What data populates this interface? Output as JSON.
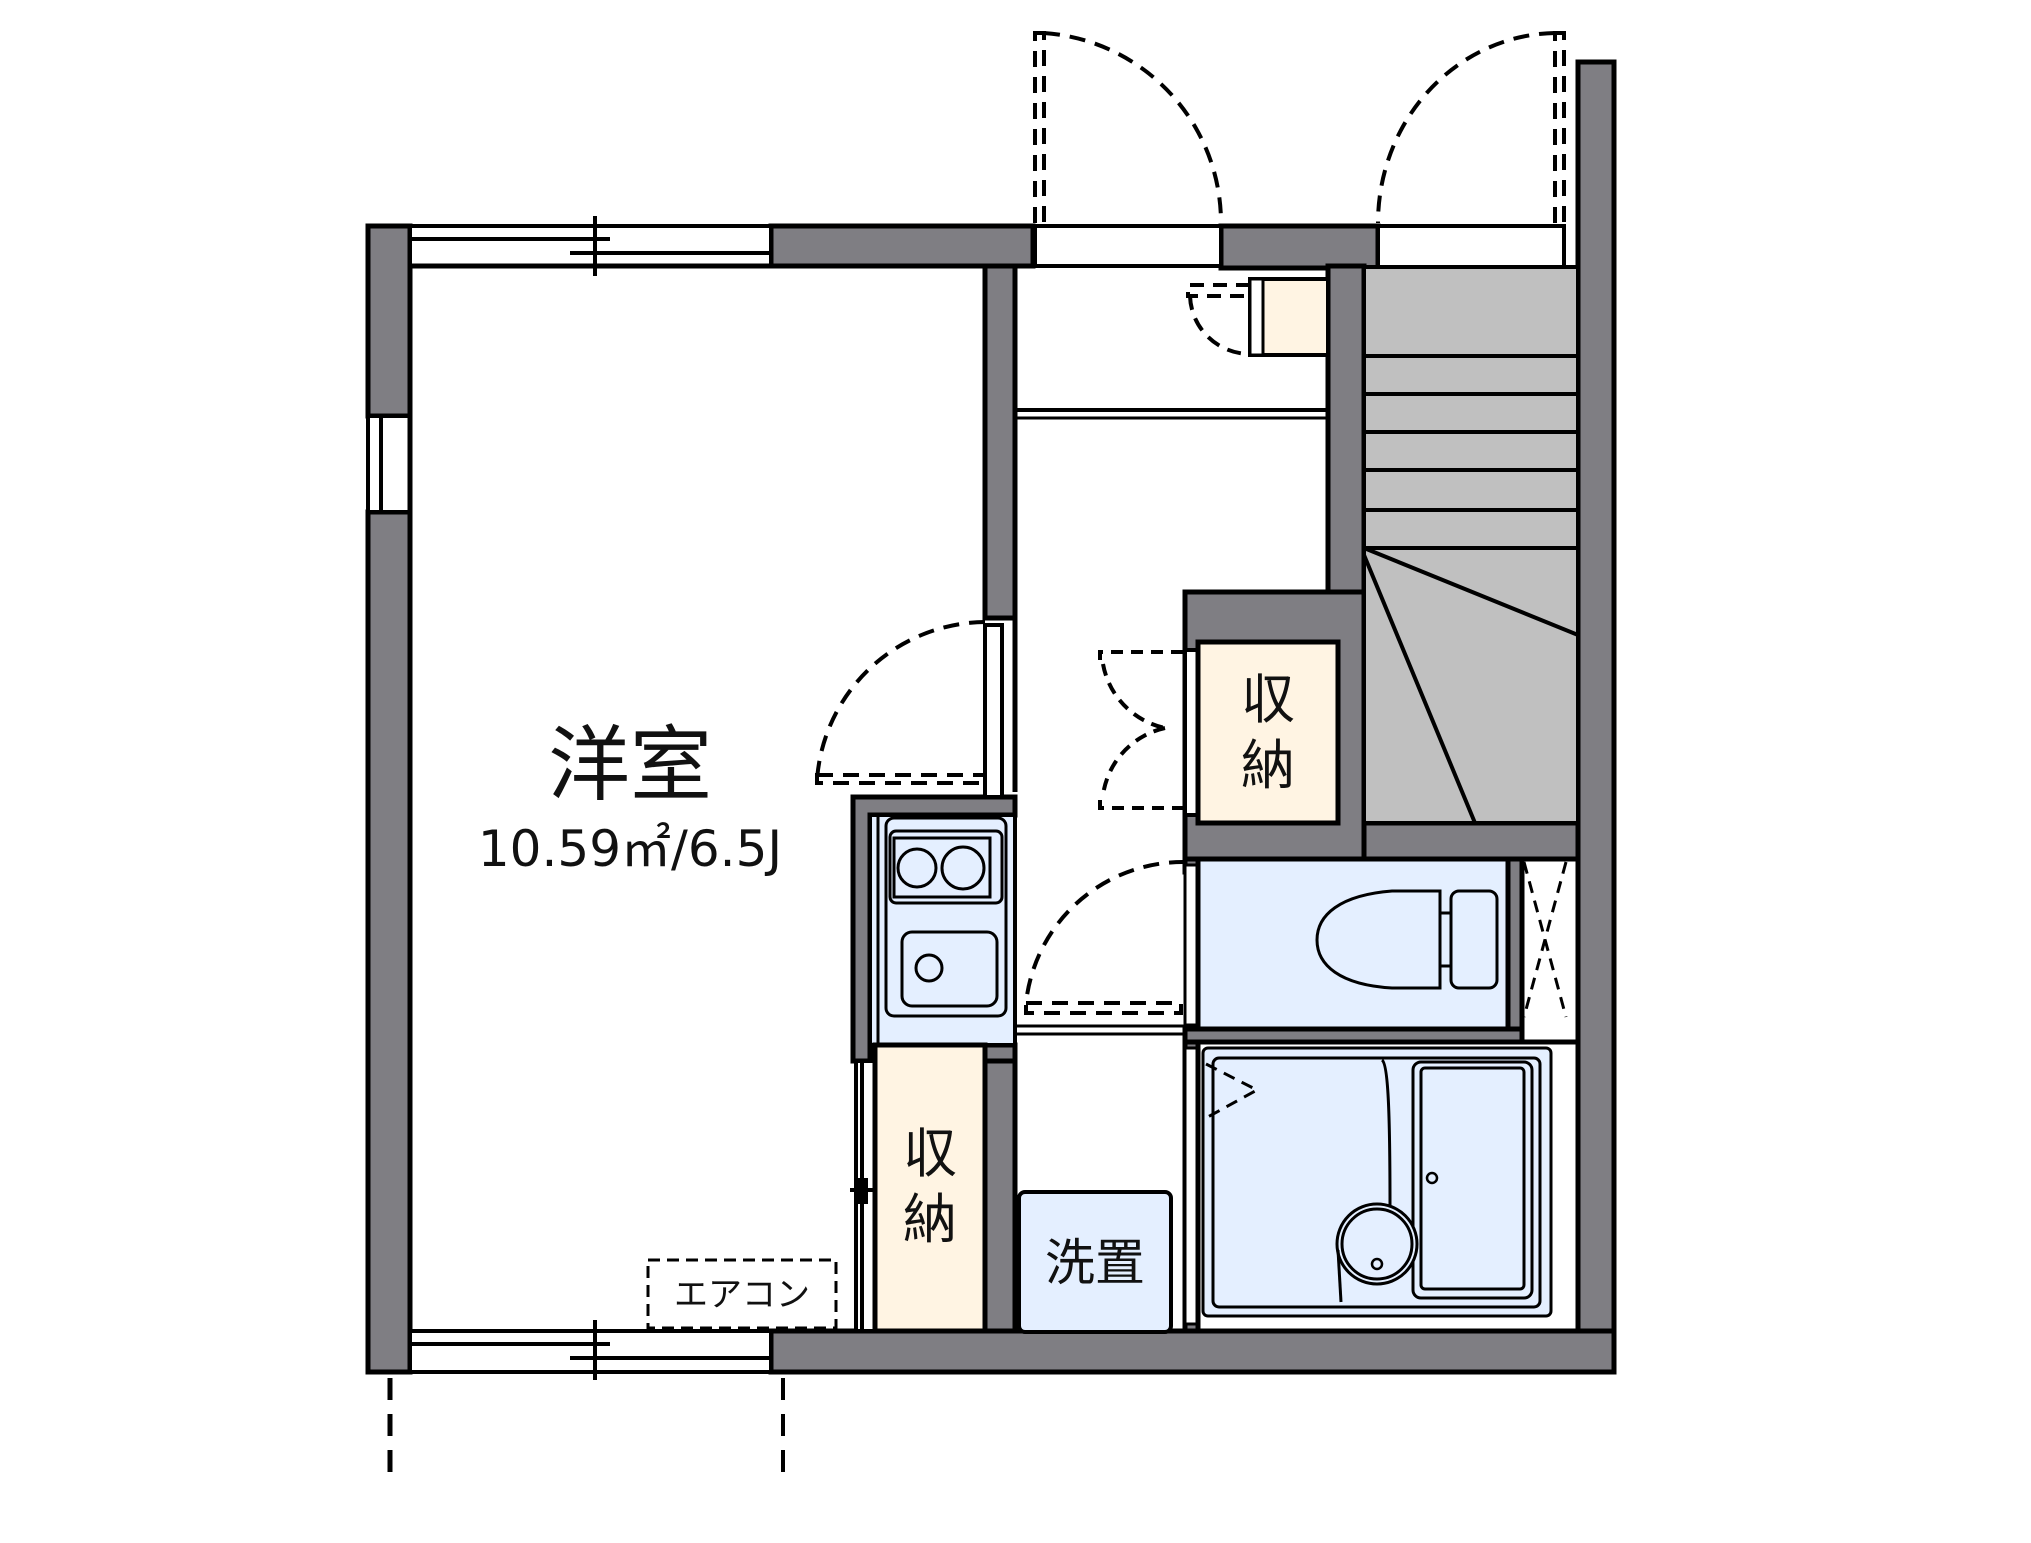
{
  "floorplan": {
    "colors": {
      "wall": "#7f7e83",
      "outline": "#000000",
      "storage_fill": "#fff4e3",
      "wet_fill": "#e4efff",
      "stairs_fill": "#c0c0c0",
      "background": "#ffffff"
    },
    "rooms": {
      "western_room": {
        "name": "洋室",
        "area": "10.59㎡/6.5J"
      },
      "storage_middle": {
        "line1": "収",
        "line2": "納"
      },
      "storage_lower": {
        "line1": "収",
        "line2": "納"
      },
      "laundry": {
        "name": "洗置"
      },
      "air_conditioner": {
        "name": "エアコン"
      }
    },
    "fixtures": {
      "kitchen": "kitchen-sink-stove",
      "toilet": "toilet",
      "bath": "unit-bath",
      "stairs": "staircase",
      "shoe_cabinet": "shoe-cabinet"
    }
  }
}
